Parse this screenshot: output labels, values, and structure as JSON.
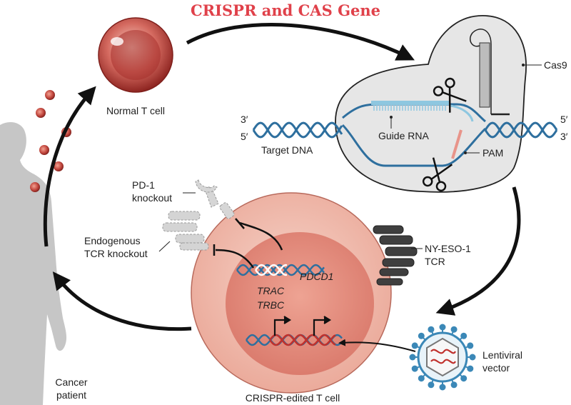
{
  "title": "CRISPR and CAS Gene",
  "labels": {
    "normal_t_cell": "Normal T cell",
    "cas9": "Cas9",
    "guide_rna": "Guide RNA",
    "target_dna": "Target DNA",
    "pam": "PAM",
    "prime_3_left": "3′",
    "prime_5_left": "5′",
    "prime_5_right": "5′",
    "prime_3_right": "3′",
    "pd1_knockout_line1": "PD-1",
    "pd1_knockout_line2": "knockout",
    "endogenous_tcr_line1": "Endogenous",
    "endogenous_tcr_line2": "TCR knockout",
    "nyeso_line1": "NY-ESO-1",
    "nyeso_line2": "TCR",
    "lentiviral_line1": "Lentiviral",
    "lentiviral_line2": "vector",
    "cancer_patient_line1": "Cancer",
    "cancer_patient_line2": "patient",
    "crispr_edited": "CRISPR-edited T cell"
  },
  "genes": {
    "trac": "TRAC",
    "trbc": "TRBC",
    "pdcd1": "PDCD1"
  },
  "colors": {
    "title": "#e0414a",
    "dna": "#2e6f9e",
    "guide_rna": "#8ec7e0",
    "pam": "#e8948a",
    "cas9_fill": "#e6e6e6",
    "cell_outer": "#f3c4b8",
    "cell_inner": "#e38b7c",
    "normal_cell": "#b53a36",
    "arrow": "#111111",
    "receptor_dark": "#3f3f3f",
    "knockout_gray": "#c9c9c9",
    "virus": "#3b88b7",
    "transgene": "#c0302c"
  },
  "icons": [
    "scissors-icon",
    "promoter-arrow-icon",
    "lentivirus-icon",
    "human-silhouette-icon"
  ]
}
